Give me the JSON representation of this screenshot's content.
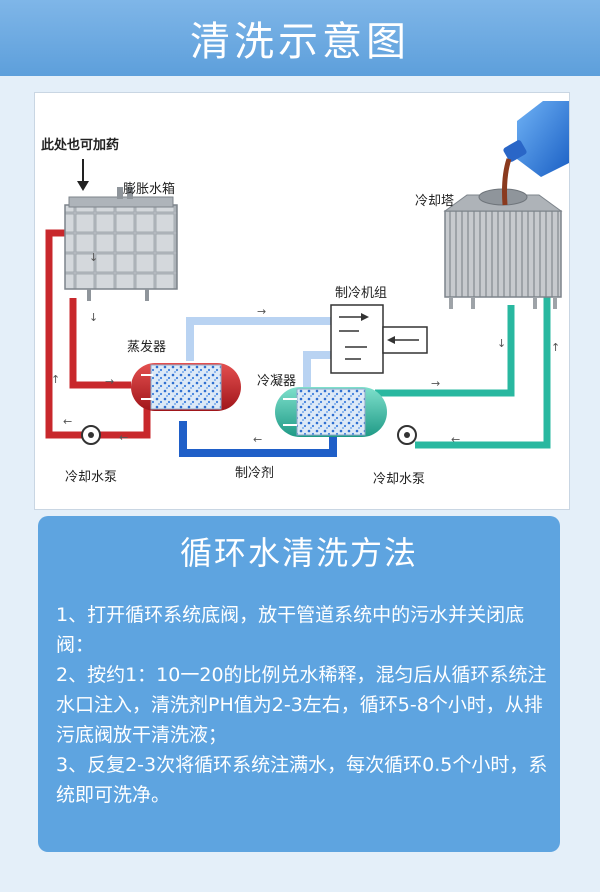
{
  "header": {
    "title": "清洗示意图"
  },
  "diagram": {
    "labels": {
      "add_chemical": "此处也可加药",
      "expansion_tank": "膨胀水箱",
      "cooling_tower": "冷却塔",
      "chiller_unit": "制冷机组",
      "evaporator": "蒸发器",
      "condenser": "冷凝器",
      "pump_left": "冷却水泵",
      "pump_right": "冷却水泵",
      "refrigerant": "制冷剂"
    },
    "colors": {
      "chilled_loop": "#c8282c",
      "refrigerant_loop": "#1f5fc8",
      "cooling_loop": "#29b8a0"
    }
  },
  "method": {
    "title": "循环水清洗方法",
    "steps": [
      "1、打开循环系统底阀，放干管道系统中的污水并关闭底阀：",
      "2、按约1：10一20的比例兑水稀释，混匀后从循环系统注水口注入，清洗剂PH值为2-3左右，循环5-8个小时，从排污底阀放干清洗液；",
      "3、反复2-3次将循环系统注满水，每次循环0.5个小时，系统即可洗净。"
    ]
  }
}
